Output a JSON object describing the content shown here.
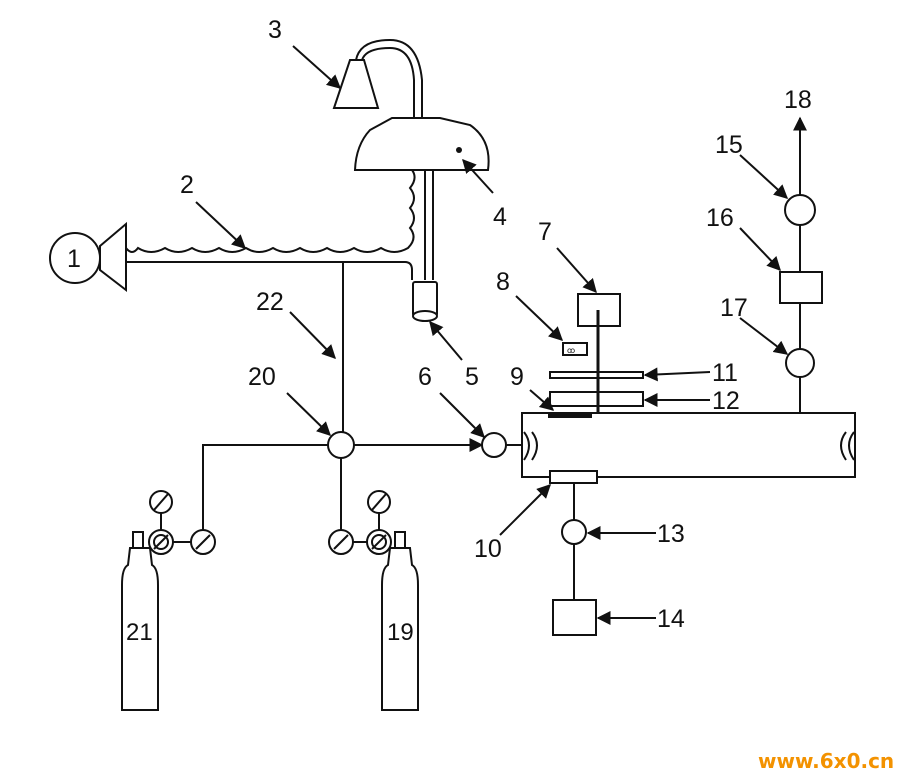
{
  "diagram": {
    "labels": {
      "n1": "1",
      "n2": "2",
      "n3": "3",
      "n4": "4",
      "n5": "5",
      "n6": "6",
      "n7": "7",
      "n8": "8",
      "n9": "9",
      "n10": "10",
      "n11": "11",
      "n12": "12",
      "n13": "13",
      "n14": "14",
      "n15": "15",
      "n16": "16",
      "n17": "17",
      "n18": "18",
      "n19": "19",
      "n20": "20",
      "n21": "21",
      "n22": "22"
    },
    "watermark": "www.6x0.cn"
  }
}
